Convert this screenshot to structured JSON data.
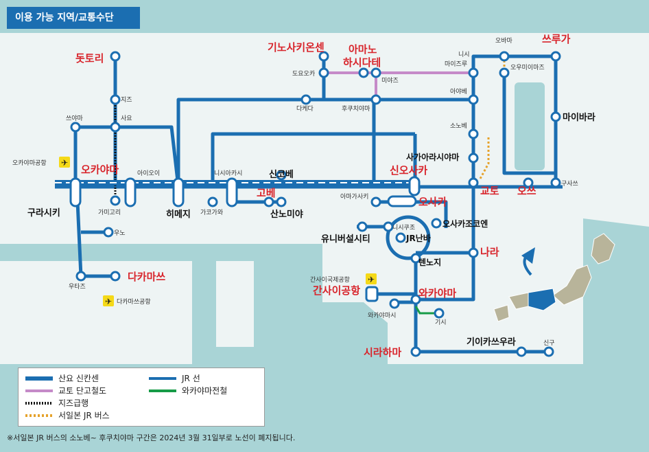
{
  "title": "이용 가능 지역/교통수단",
  "legend": {
    "sanyo_shinkansen": "산요 신칸센",
    "kyoto_tango": "교토 단고철도",
    "chizu_express": "지즈급행",
    "west_jr_bus": "서일본 JR 버스",
    "jr_line": "JR 선",
    "wakayama_railway": "와카야마전철"
  },
  "note": "※서일본 JR 버스의 소노베~ 후쿠치야마 구간은 2024년 3월 31일부로 노선이 폐지됩니다.",
  "major_stations": {
    "tottori": "돗토리",
    "kinosakionsen": "기노사키온센",
    "amanohashidate": "아마노\n하시다테",
    "tsuruga": "쓰루가",
    "maibara": "마이바라",
    "okayama": "오카야마",
    "shinkobe": "신코베",
    "kobe": "고베",
    "sannomiya": "산노미야",
    "himeji": "히메지",
    "kurashiki": "구라시키",
    "shinosaka": "신오사카",
    "osaka": "오사카",
    "kyoto": "교토",
    "otsu": "오쓰",
    "sagaarashiyama": "사가아라시야마",
    "universal_city": "유니버설시티",
    "jr_namba": "JR난바",
    "osakajokoen": "오사카조코엔",
    "nara": "나라",
    "tennoji": "텐노지",
    "kix": "간사이공항",
    "wakayama": "와카야마",
    "kii_katsuura": "기이카쓰우라",
    "shirahama": "시라하마",
    "takamatsu": "다카마쓰"
  },
  "minor_stations": {
    "chizu": "지즈",
    "sayo": "사요",
    "tsuyama": "쓰야마",
    "aioi": "아이오이",
    "kamigori": "가미고리",
    "nishiakashi": "니시아카시",
    "kakogawa": "가코가와",
    "uno": "우노",
    "utazu": "우타즈",
    "toyooka": "도요오카",
    "wadayama": "다케다",
    "fukuchiyama": "후쿠치야마",
    "miyazu": "미야즈",
    "nishimaizuru": "니시\n마이즈루",
    "ayabe": "아야베",
    "sonobe": "소노베",
    "obama": "오바마",
    "omimaiko": "오우미이마즈",
    "kusatsu": "구사쓰",
    "amagasaki": "아마가사키",
    "nishikujo": "니시쿠조",
    "wakayamashi": "와카야마시",
    "kishi": "기시",
    "shingu": "신구",
    "okayama_airport": "오카야마공항",
    "kix_airport": "간사이국제공항",
    "takamatsu_airport": "다카마쓰공항"
  },
  "colors": {
    "jr": "#1b6eb1",
    "kyoto_tango": "#c58ac8",
    "wakayama": "#179b47",
    "bus": "#e5a22b",
    "major_label": "#d8242b",
    "sea": "#a9d4d6",
    "land": "#eef4f4"
  }
}
